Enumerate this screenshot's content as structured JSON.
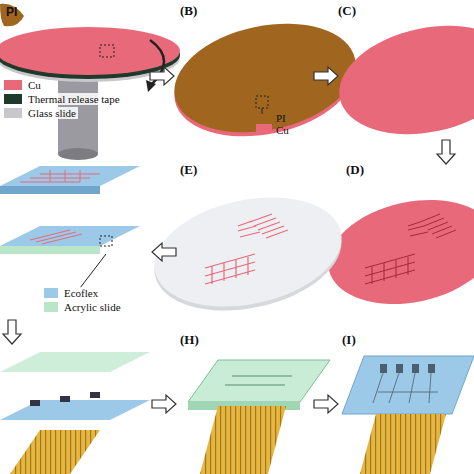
{
  "diagram": {
    "labels": [
      "PI",
      "Cu",
      "Thermal release tape",
      "Glass slide",
      "(B)",
      "PI",
      "Cu",
      "(C)",
      "(E)",
      "(D)",
      "Ecoflex",
      "Acrylic slide",
      "(H)",
      "(I)"
    ]
  }
}
